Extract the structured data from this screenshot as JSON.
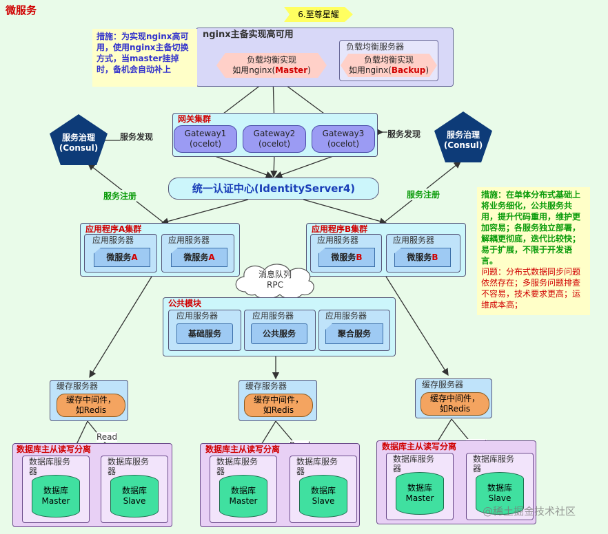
{
  "title": "微服务",
  "banner": "6.至尊星耀",
  "nginx": {
    "title": "nginx主备实现高可用",
    "master_line1": "负载均衡实现",
    "master_line2": "如用nginx(",
    "master_name": "Master",
    "close": ")",
    "backup_group": "负载均衡服务器",
    "backup_line1": "负载均衡实现",
    "backup_line2": "如用nginx(",
    "backup_name": "Backup",
    "note": "措施：为实现nginx高可用，使用nginx主备切换方式，当master挂掉时，备机会自动补上"
  },
  "gateway": {
    "title": "网关集群",
    "items": [
      {
        "name": "Gateway1",
        "sub": "(ocelot)"
      },
      {
        "name": "Gateway2",
        "sub": "(ocelot)"
      },
      {
        "name": "Gateway3",
        "sub": "(ocelot)"
      }
    ]
  },
  "consul_left": {
    "line1": "服务治理",
    "line2": "(Consul)"
  },
  "consul_right": {
    "line1": "服务治理",
    "line2": "(Consul)"
  },
  "service_discovery": "服务发现",
  "service_register": "服务注册",
  "identity": "统一认证中心(IdentityServer4)",
  "cluster_a": {
    "title": "应用程序A集群",
    "server": "应用服务器",
    "svc_prefix": "微服务",
    "svc_suffix": "A"
  },
  "cluster_b": {
    "title": "应用程序B集群",
    "server": "应用服务器",
    "svc_prefix": "微服务",
    "svc_suffix": "B"
  },
  "mq": {
    "line1": "消息队列",
    "line2": "RPC"
  },
  "common": {
    "title": "公共模块",
    "server": "应用服务器",
    "items": [
      "基础服务",
      "公共服务",
      "聚合服务"
    ]
  },
  "cache": {
    "title": "缓存服务器",
    "line1": "缓存中间件，",
    "line2": "如Redis"
  },
  "read": "Read",
  "db": {
    "group": "数据库主从读写分离",
    "server_a": "数据库服务",
    "server_b": "器",
    "slave_server_a": "数据库服务",
    "db_label": "数据库",
    "master": "Master",
    "slave": "Slave"
  },
  "right_note": {
    "measure": "措施：在单体分布式基础上将业务细化，公共服务共用，提升代码重用，维护更加容易；各服务独立部署，解耦更彻底，迭代比较快；易于扩展，不限于开发语言。",
    "problem": "问题：分布式数据同步问题依然存在；多服务问题排查不容易，技术要求更高；运维成本高；"
  },
  "watermark": "@稀土掘金技术社区",
  "colors": {
    "accent_red": "#d00000",
    "consul": "#0d3b78",
    "gateway": "#9b9bf3",
    "cache": "#f4a460",
    "db": "#40e0a0",
    "note_green": "#0a9b0a"
  }
}
